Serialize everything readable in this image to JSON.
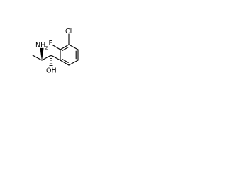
{
  "structure": {
    "atoms": {
      "chlorine": "Cl",
      "fluorine": "F",
      "amine": "NH",
      "amine_subscript": "2",
      "hydroxyl": "OH"
    },
    "stereo_bonds": {
      "amine_bond": "wedge-bold",
      "hydroxyl_bond": "hashed"
    },
    "colors": {
      "bond": "#000000",
      "text": "#000000",
      "background": "#ffffff"
    }
  }
}
